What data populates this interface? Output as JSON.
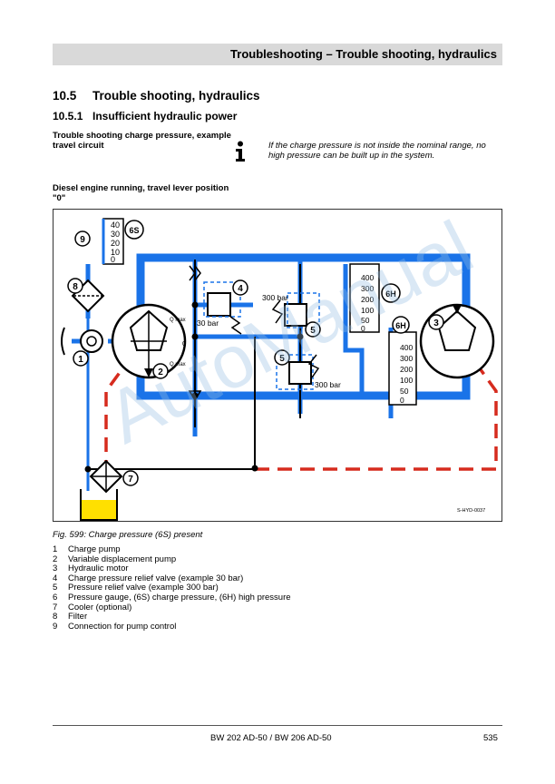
{
  "header": {
    "title": "Troubleshooting – Trouble shooting, hydraulics"
  },
  "section": {
    "number": "10.5",
    "title": "Trouble shooting, hydraulics"
  },
  "subsection": {
    "number": "10.5.1",
    "title": "Insufficient hydraulic power"
  },
  "sub1": "Trouble shooting charge pressure, example travel circuit",
  "info": "If the charge pressure is not inside the nominal range, no high pressure can be built up in the system.",
  "sub2": "Diesel engine running, travel lever position \"0\"",
  "figure": {
    "caption": "Fig.  599: Charge pressure (6S) present",
    "image_id": "S-HYD-0037",
    "labels": {
      "p30": "30 bar",
      "p300a": "300 bar",
      "p300b": "300 bar",
      "qmax1": "Q max",
      "qmax2": "Q max",
      "zero": "0",
      "n1": "1",
      "n2": "2",
      "n3": "3",
      "n4": "4",
      "n5a": "5",
      "n5b": "5",
      "n6s": "6S",
      "n6h1": "6H",
      "n6h2": "6H",
      "n7": "7",
      "n8": "8",
      "n9": "9"
    },
    "gauge_small": [
      "40",
      "30",
      "20",
      "10",
      "0"
    ],
    "gauge_large": [
      "400",
      "300",
      "200",
      "100",
      "50",
      "0"
    ],
    "colors": {
      "high": "#1a73e8",
      "charge": "#1a73e8",
      "drain": "#d62b1e",
      "tank": "#ffe000"
    }
  },
  "legend": [
    {
      "n": "1",
      "t": "Charge pump"
    },
    {
      "n": "2",
      "t": "Variable displacement pump"
    },
    {
      "n": "3",
      "t": "Hydraulic motor"
    },
    {
      "n": "4",
      "t": "Charge pressure relief valve (example 30 bar)"
    },
    {
      "n": "5",
      "t": "Pressure relief valve (example 300 bar)"
    },
    {
      "n": "6",
      "t": "Pressure gauge, (6S) charge pressure, (6H) high pressure"
    },
    {
      "n": "7",
      "t": "Cooler (optional)"
    },
    {
      "n": "8",
      "t": "Filter"
    },
    {
      "n": "9",
      "t": "Connection for pump control"
    }
  ],
  "watermark": "AutoManual",
  "footer": {
    "doc": "BW 202 AD-50 / BW 206 AD-50",
    "page": "535"
  }
}
